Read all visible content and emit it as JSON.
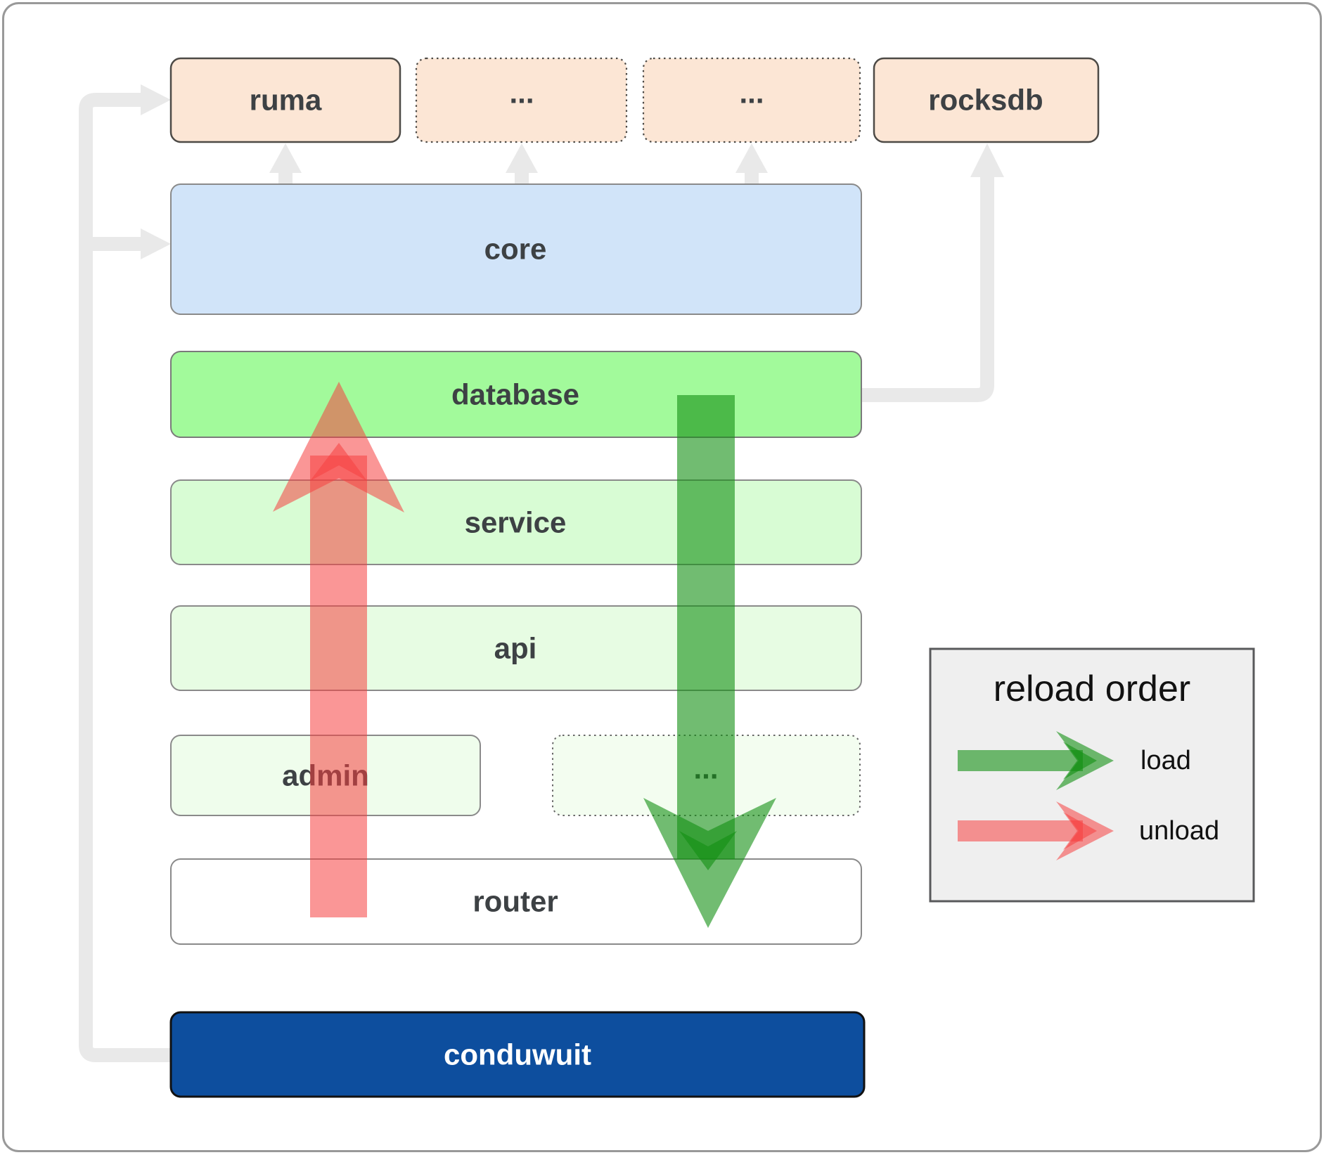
{
  "nodes": {
    "ruma": {
      "label": "ruma"
    },
    "ellipsis_top_1": {
      "label": "..."
    },
    "ellipsis_top_2": {
      "label": "..."
    },
    "rocksdb": {
      "label": "rocksdb"
    },
    "core": {
      "label": "core"
    },
    "database": {
      "label": "database"
    },
    "service": {
      "label": "service"
    },
    "api": {
      "label": "api"
    },
    "admin": {
      "label": "admin"
    },
    "ellipsis_mid": {
      "label": "..."
    },
    "router": {
      "label": "router"
    },
    "conduwuit": {
      "label": "conduwuit"
    }
  },
  "legend": {
    "title": "reload order",
    "items": [
      {
        "label": "load",
        "arrow_color": "#129012",
        "direction": "down"
      },
      {
        "label": "unload",
        "arrow_color": "#f64040",
        "direction": "up"
      }
    ]
  },
  "colors": {
    "node_peach": "#fce6d5",
    "node_blue": "#d1e4f9",
    "node_green_bright": "#a2fa9b",
    "node_green_light": "#d8fcd4",
    "node_green_lighter": "#e7fce3",
    "node_green_faint": "#effdec",
    "node_green_faint_dotted": "#f3fdf0",
    "node_white": "#ffffff",
    "node_navy": "#0d4e9e",
    "connector_gray": "#e9e9e9",
    "load_arrow_green": "#129012",
    "unload_arrow_red": "#f64040",
    "legend_bg": "#efefef",
    "text_dark": "#3d4144",
    "frame_border": "#999999"
  }
}
